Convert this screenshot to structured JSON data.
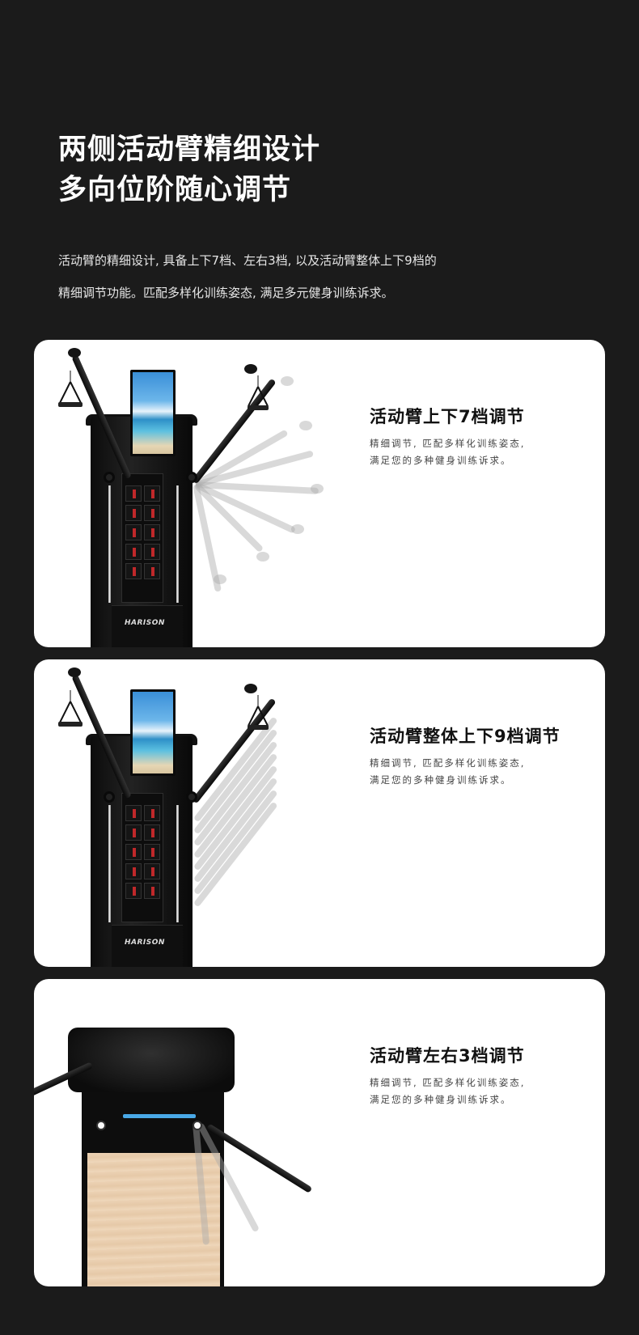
{
  "hero": {
    "title_line1": "两侧活动臂精细设计",
    "title_line2": "多向位阶随心调节",
    "desc_line1": "活动臂的精细设计, 具备上下7档、左右3档, 以及活动臂整体上下9档的",
    "desc_line2": "精细调节功能。匹配多样化训练姿态, 满足多元健身训练诉求。"
  },
  "cards": [
    {
      "title": "活动臂上下7档调节",
      "sub_line1": "精细调节, 匹配多样化训练姿态,",
      "sub_line2": "满足您的多种健身训练诉求。",
      "image": "front-view-arm-7-positions"
    },
    {
      "title": "活动臂整体上下9档调节",
      "sub_line1": "精细调节, 匹配多样化训练姿态,",
      "sub_line2": "满足您的多种健身训练诉求。",
      "image": "front-view-arm-9-heights"
    },
    {
      "title": "活动臂左右3档调节",
      "sub_line1": "精细调节, 匹配多样化训练姿态,",
      "sub_line2": "满足您的多种健身训练诉求。",
      "image": "top-view-arm-3-positions"
    }
  ],
  "brand": "HARISON",
  "colors": {
    "page_bg": "#1b1b1b",
    "card_bg": "#ffffff",
    "title_text": "#111111",
    "screen_blue": "#49a8e6"
  }
}
